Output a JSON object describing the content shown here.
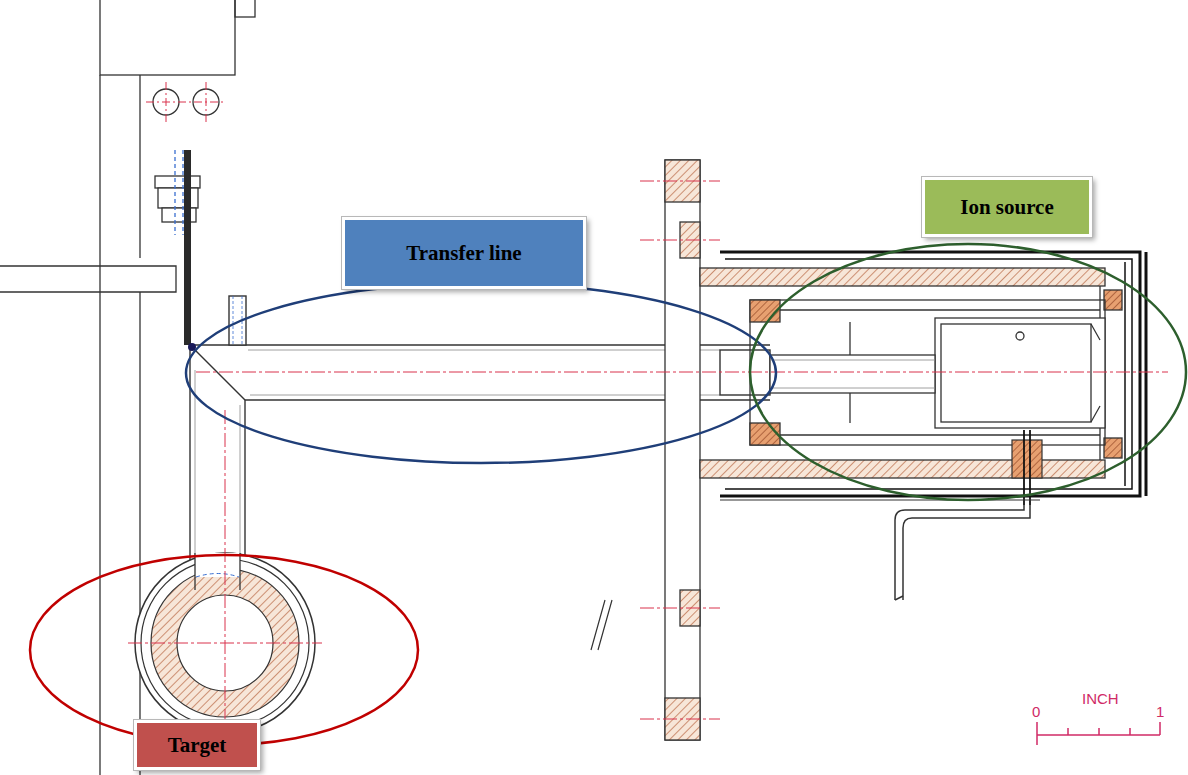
{
  "diagram": {
    "nodes": [
      {
        "text": [
          "Transfer line"
        ]
      },
      {
        "text": [
          "Ion source"
        ]
      },
      {
        "text": [
          "Target"
        ]
      }
    ],
    "labels": [
      "INCH",
      "0",
      "1"
    ]
  }
}
